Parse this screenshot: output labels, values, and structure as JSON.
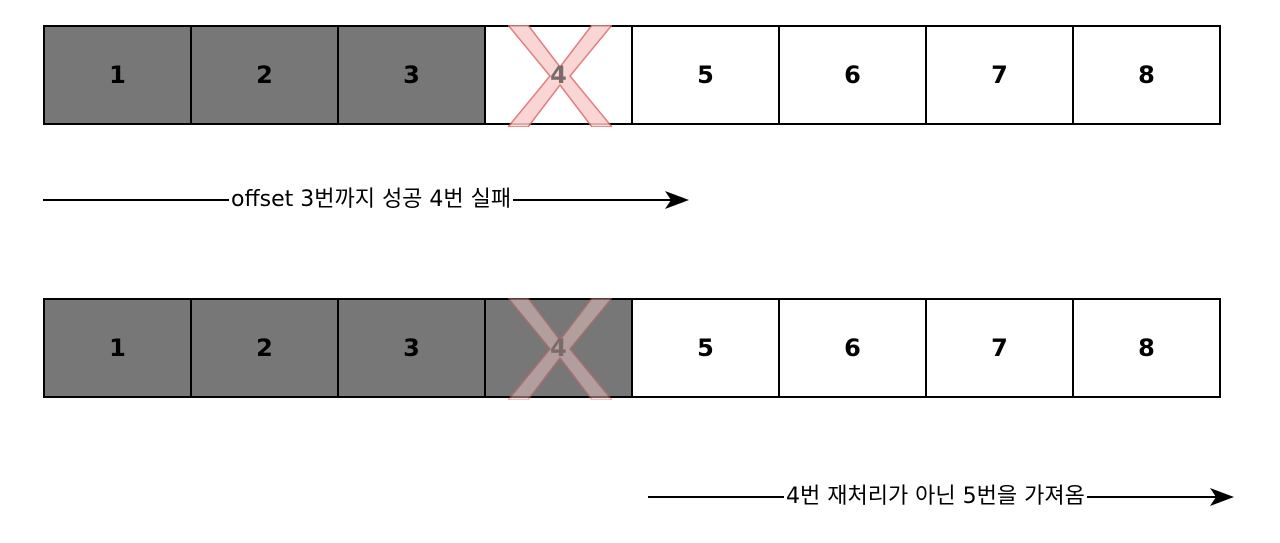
{
  "top_row": {
    "cells": [
      {
        "label": "1",
        "state": "done"
      },
      {
        "label": "2",
        "state": "done"
      },
      {
        "label": "3",
        "state": "done"
      },
      {
        "label": "4",
        "state": "failed"
      },
      {
        "label": "5",
        "state": "todo"
      },
      {
        "label": "6",
        "state": "todo"
      },
      {
        "label": "7",
        "state": "todo"
      },
      {
        "label": "8",
        "state": "todo"
      }
    ]
  },
  "bottom_row": {
    "cells": [
      {
        "label": "1",
        "state": "done"
      },
      {
        "label": "2",
        "state": "done"
      },
      {
        "label": "3",
        "state": "done"
      },
      {
        "label": "4",
        "state": "failed-skipped"
      },
      {
        "label": "5",
        "state": "todo"
      },
      {
        "label": "6",
        "state": "todo"
      },
      {
        "label": "7",
        "state": "todo"
      },
      {
        "label": "8",
        "state": "todo"
      }
    ]
  },
  "arrows": {
    "top": {
      "label": "offset 3번까지 성공 4번 실패"
    },
    "bottom": {
      "label": "4번 재처리가 아닌 5번을 가져옴"
    }
  },
  "colors": {
    "done_fill": "#777777",
    "todo_fill": "#ffffff",
    "x_mark_fill": "#f8cecc",
    "x_mark_stroke": "#b85450"
  }
}
